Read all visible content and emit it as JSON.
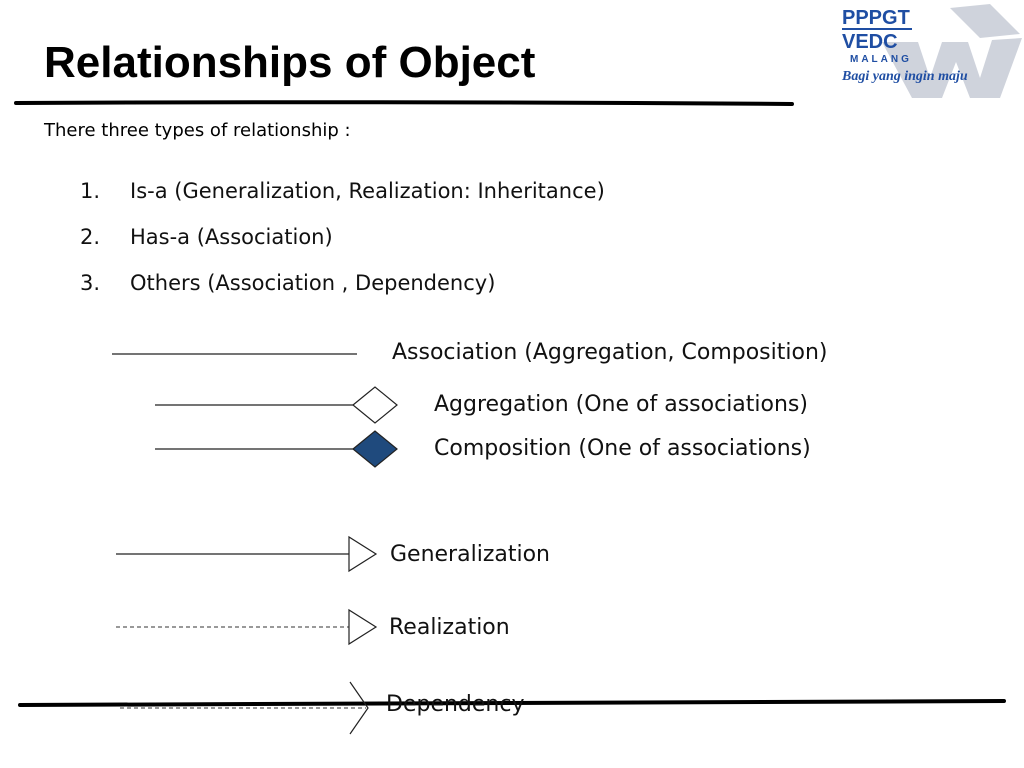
{
  "slide": {
    "title": "Relationships of Object",
    "subtitle": "There three types of relationship :",
    "list": [
      {
        "number": "1.",
        "text": "Is-a (Generalization, Realization: Inheritance)"
      },
      {
        "number": "2.",
        "text": "Has-a (Association)"
      },
      {
        "number": "3.",
        "text": "Others (Association , Dependency)"
      }
    ]
  },
  "logo": {
    "line1": "PPPGT",
    "line2": "VEDC",
    "line3": "MALANG",
    "slogan": "Bagi yang ingin maju"
  },
  "notation": [
    {
      "id": "association",
      "label": "Association (Aggregation, Composition)",
      "line": "solid",
      "end": "none"
    },
    {
      "id": "aggregation",
      "label": "Aggregation (One of associations)",
      "line": "solid",
      "end": "hollow-diamond"
    },
    {
      "id": "composition",
      "label": "Composition (One of associations)",
      "line": "solid",
      "end": "filled-diamond"
    },
    {
      "id": "generalization",
      "label": "Generalization",
      "line": "solid",
      "end": "hollow-triangle"
    },
    {
      "id": "realization",
      "label": "Realization",
      "line": "dashed",
      "end": "hollow-triangle"
    },
    {
      "id": "dependency",
      "label": "Dependency",
      "line": "dashed",
      "end": "open-arrow"
    }
  ],
  "colors": {
    "composition_fill": "#1f4a7d",
    "logo_blue": "#1f4ea3",
    "watermark": "#c7ccd6"
  }
}
